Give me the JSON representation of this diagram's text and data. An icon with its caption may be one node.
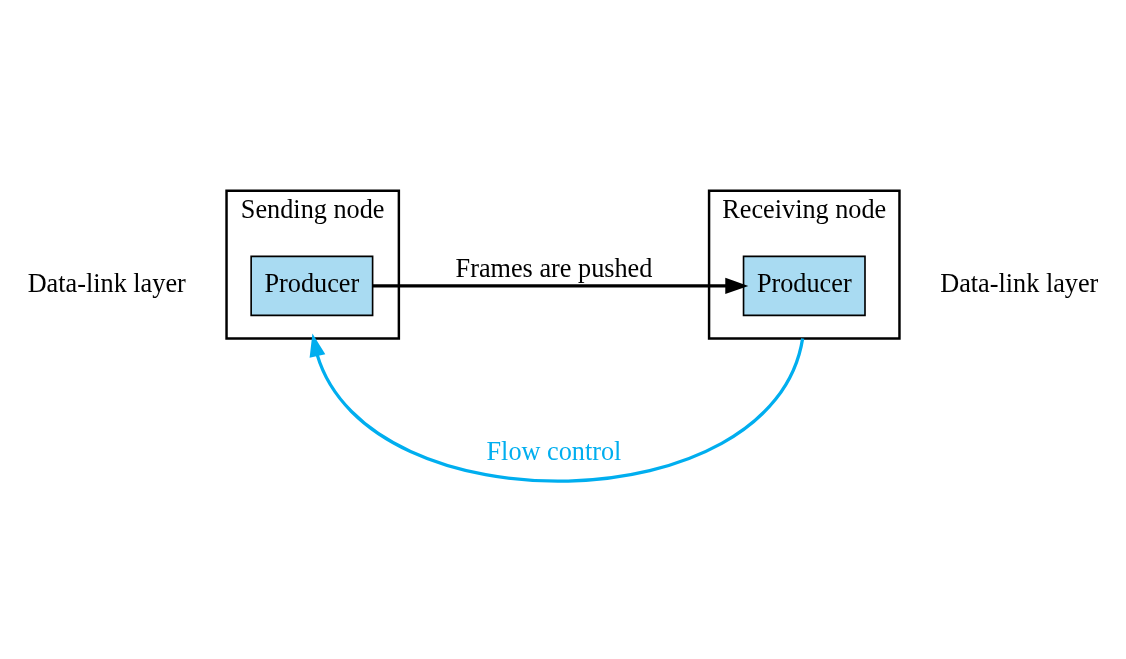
{
  "diagram": {
    "nodes": [
      {
        "text": [
          "Sending node"
        ],
        "beside": [
          "Data-link layer"
        ]
      },
      {
        "text": [
          "Producer"
        ],
        "in": 0
      },
      {
        "text": [
          "Receiving node"
        ],
        "beside": [
          "Data-link layer"
        ]
      },
      {
        "text": [
          "Producer"
        ],
        "in": 2
      }
    ],
    "edges": [
      {
        "from": 1,
        "to": 3,
        "arrow": "to",
        "label": "Frames are pushed"
      },
      {
        "from": 2,
        "to": 0,
        "arrow": "to",
        "label": "Flow control",
        "color": "#00aeef"
      }
    ]
  }
}
